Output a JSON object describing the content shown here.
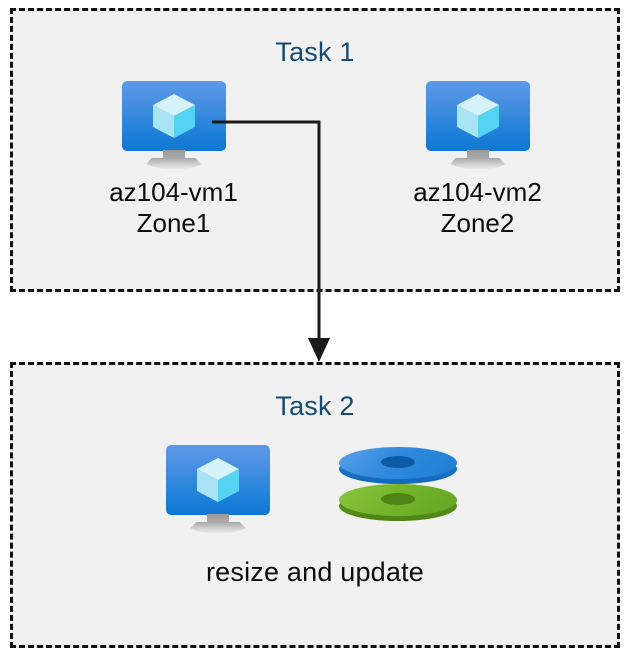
{
  "diagram": {
    "background_color": "#ffffff",
    "box_fill_color": "#f1f1f1",
    "box_border_color": "#111111",
    "title_color": "#154a73",
    "label_color": "#0d0d0d",
    "connector_color": "#1a1a1a"
  },
  "task1": {
    "title": "Task 1",
    "nodes": [
      {
        "icon": "virtual-machine-icon",
        "label": "az104-vm1\nZone1",
        "name": "az104-vm1",
        "zone": "Zone1"
      },
      {
        "icon": "virtual-machine-icon",
        "label": "az104-vm2\nZone2",
        "name": "az104-vm2",
        "zone": "Zone2"
      }
    ]
  },
  "task2": {
    "title": "Task 2",
    "nodes": [
      {
        "icon": "virtual-machine-icon",
        "label": ""
      },
      {
        "icon": "disks-icon",
        "label": ""
      }
    ],
    "caption": "resize and update"
  },
  "connector": {
    "from": "az104-vm1",
    "to": "task2",
    "arrow": "down-arrow"
  }
}
